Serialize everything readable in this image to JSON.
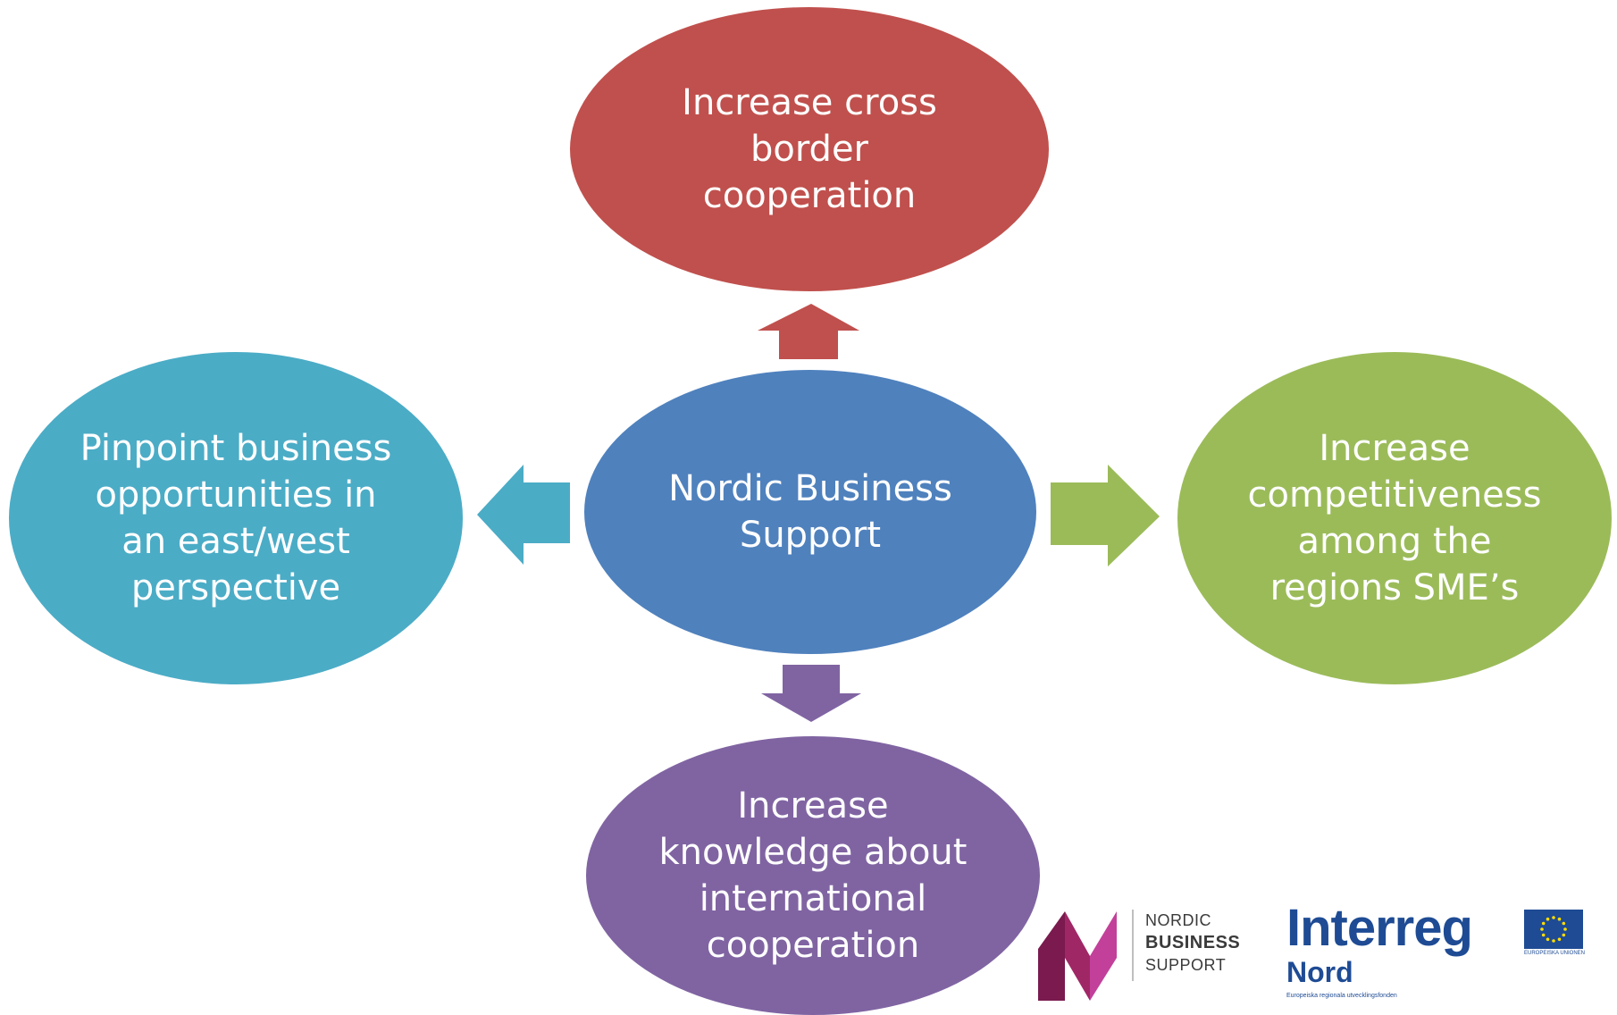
{
  "diagram": {
    "center": {
      "text": "Nordic Business\nSupport",
      "color": "#4f81bd"
    },
    "top": {
      "text": "Increase cross\nborder\ncooperation",
      "color": "#c0504d"
    },
    "left": {
      "text": "Pinpoint business\nopportunities in\nan east/west\nperspective",
      "color": "#4bacc6"
    },
    "right": {
      "text": "Increase\ncompetitiveness\namong the\nregions SME’s",
      "color": "#9bbb59"
    },
    "bottom": {
      "text": "Increase\nknowledge about\ninternational\ncooperation",
      "color": "#8064a2"
    }
  },
  "logos": {
    "nbs": {
      "line1": "NORDIC",
      "line2": "BUSINESS",
      "line3": "SUPPORT"
    },
    "interreg": {
      "brand": "Interreg",
      "region": "Nord",
      "subtitle": "Europeiska regionala utvecklingsfonden",
      "eu_label": "EUROPEISKA UNIONEN"
    }
  }
}
